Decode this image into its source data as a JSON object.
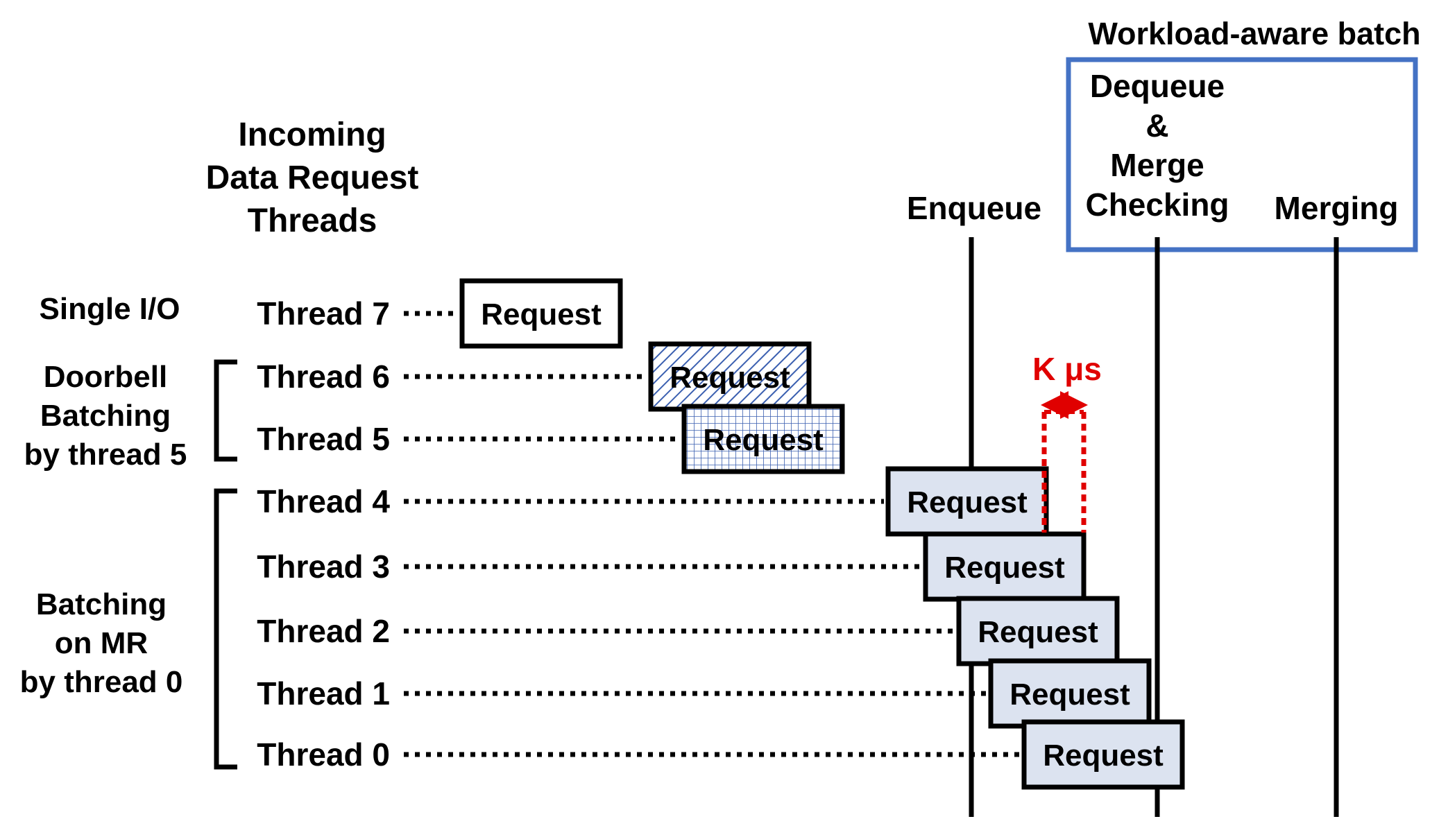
{
  "header": {
    "incoming_line1": "Incoming",
    "incoming_line2": "Data Request",
    "incoming_line3": "Threads"
  },
  "workload_box": {
    "title": "Workload-aware batch",
    "dequeue_line1": "Dequeue",
    "dequeue_line2": "&",
    "dequeue_line3": "Merge",
    "dequeue_line4": "Checking",
    "merging": "Merging"
  },
  "enqueue_label": "Enqueue",
  "groups": {
    "single_io": "Single I/O",
    "doorbell_line1": "Doorbell",
    "doorbell_line2": "Batching",
    "doorbell_line3": "by thread 5",
    "mr_line1": "Batching",
    "mr_line2": "on MR",
    "mr_line3": "by thread 0"
  },
  "threads": [
    {
      "label": "Thread 7",
      "request": "Request",
      "style": "plain"
    },
    {
      "label": "Thread 6",
      "request": "Request",
      "style": "hatched"
    },
    {
      "label": "Thread 5",
      "request": "Request",
      "style": "grid"
    },
    {
      "label": "Thread 4",
      "request": "Request",
      "style": "shaded"
    },
    {
      "label": "Thread 3",
      "request": "Request",
      "style": "shaded"
    },
    {
      "label": "Thread 2",
      "request": "Request",
      "style": "shaded"
    },
    {
      "label": "Thread 1",
      "request": "Request",
      "style": "shaded"
    },
    {
      "label": "Thread 0",
      "request": "Request",
      "style": "shaded"
    }
  ],
  "delay_annotation": "K μs",
  "colors": {
    "box_border": "#4472c4",
    "delay": "#e00000",
    "request_fill": "#dce3f0",
    "hatch": "#3a5fb0"
  }
}
